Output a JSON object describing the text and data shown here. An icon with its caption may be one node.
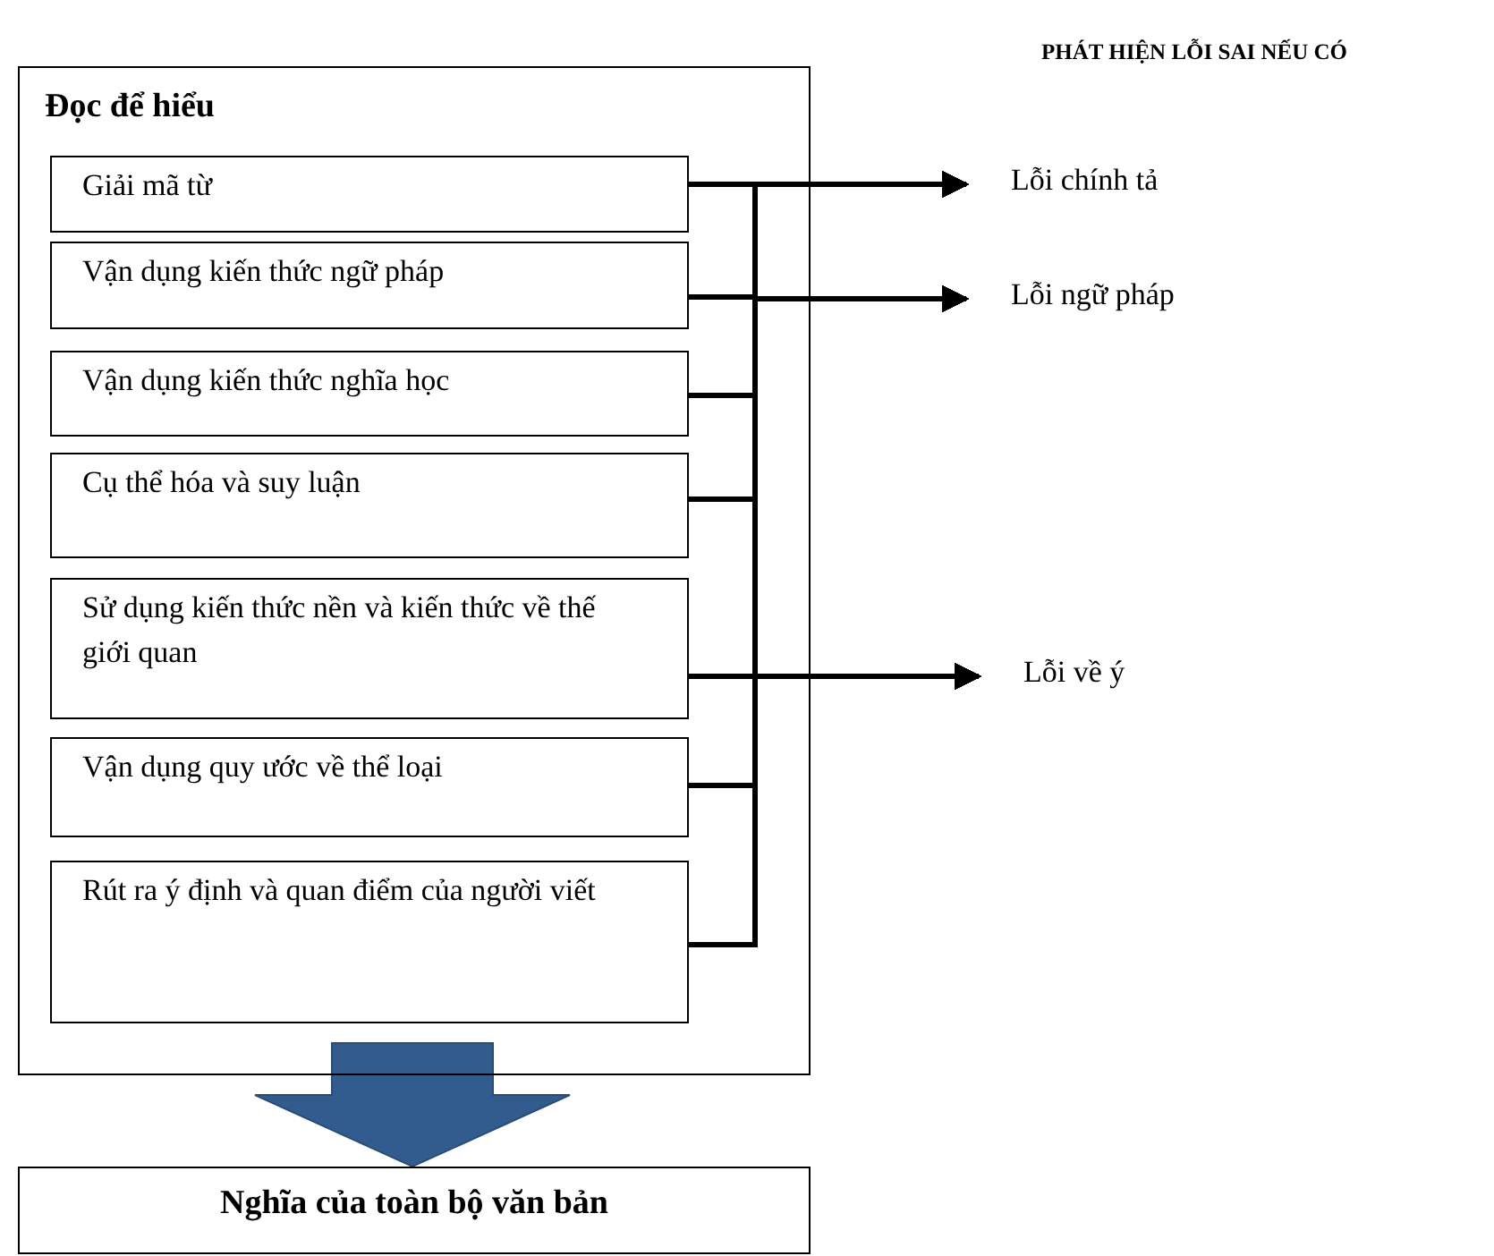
{
  "diagram": {
    "title": "PHÁT HIỆN LỖI SAI NẾU CÓ",
    "nodes": [
      {
        "text": [
          "Đọc để hiểu"
        ]
      },
      {
        "text": [
          "Giải mã từ"
        ],
        "in": 0
      },
      {
        "text": [
          "Vận dụng kiến thức ngữ pháp"
        ],
        "in": 0
      },
      {
        "text": [
          "Vận dụng kiến thức nghĩa học"
        ],
        "in": 0
      },
      {
        "text": [
          "Cụ thể hóa và suy luận"
        ],
        "in": 0
      },
      {
        "text": [
          "Sử dụng kiến thức nền và kiến thức về thế giới quan"
        ],
        "in": 0
      },
      {
        "text": [
          "Vận dụng quy ước về thể loại"
        ],
        "in": 0
      },
      {
        "text": [
          "Rút ra ý định và quan điểm của người viết"
        ],
        "in": 0
      },
      {
        "text": [
          "Lỗi chính tả"
        ]
      },
      {
        "text": [
          "Lỗi ngữ pháp"
        ]
      },
      {
        "text": [
          "Lỗi về ý"
        ]
      },
      {
        "text": [
          "Nghĩa của toàn bộ văn bản"
        ]
      }
    ],
    "edges": [
      {
        "from": 1,
        "to": 8,
        "arrow": "to"
      },
      {
        "from": 1,
        "to": 9,
        "arrow": "to"
      },
      {
        "from": 1,
        "to": 10,
        "arrow": "to"
      },
      {
        "from": 2,
        "to": 8,
        "arrow": "to"
      },
      {
        "from": 2,
        "to": 9,
        "arrow": "to"
      },
      {
        "from": 2,
        "to": 10,
        "arrow": "to"
      },
      {
        "from": 3,
        "to": 8,
        "arrow": "to"
      },
      {
        "from": 3,
        "to": 9,
        "arrow": "to"
      },
      {
        "from": 3,
        "to": 10,
        "arrow": "to"
      },
      {
        "from": 4,
        "to": 8,
        "arrow": "to"
      },
      {
        "from": 4,
        "to": 9,
        "arrow": "to"
      },
      {
        "from": 4,
        "to": 10,
        "arrow": "to"
      },
      {
        "from": 5,
        "to": 8,
        "arrow": "to"
      },
      {
        "from": 5,
        "to": 9,
        "arrow": "to"
      },
      {
        "from": 5,
        "to": 10,
        "arrow": "to"
      },
      {
        "from": 6,
        "to": 8,
        "arrow": "to"
      },
      {
        "from": 6,
        "to": 9,
        "arrow": "to"
      },
      {
        "from": 6,
        "to": 10,
        "arrow": "to"
      },
      {
        "from": 7,
        "to": 8,
        "arrow": "to"
      },
      {
        "from": 7,
        "to": 9,
        "arrow": "to"
      },
      {
        "from": 7,
        "to": 10,
        "arrow": "to"
      },
      {
        "from": 0,
        "to": 11,
        "arrow": "to",
        "style": "thick",
        "color": "#335c8e"
      }
    ]
  }
}
